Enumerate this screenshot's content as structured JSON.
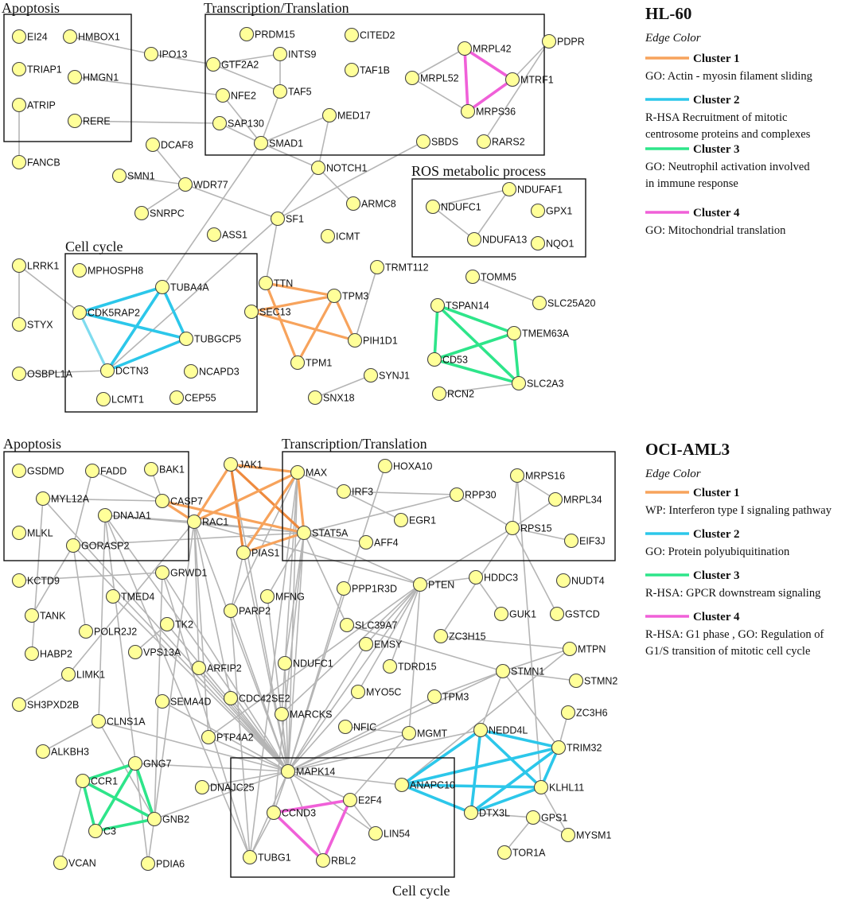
{
  "colors": {
    "node_fill": "#ffff99",
    "node_stroke": "#444444",
    "edge_default": "#b5b5b5",
    "cluster1": "#f7a35c",
    "cluster1_dark": "#ee8a3e",
    "cluster2": "#2cc7ea",
    "cluster2_light": "#7fdcef",
    "cluster3": "#2ee58a",
    "cluster4": "#f060d8"
  },
  "panels": [
    {
      "cell_line": "HL-60",
      "edge_color_label": "Edge Color",
      "legend": [
        {
          "name": "Cluster 1",
          "color": "cluster1",
          "lines": [
            "GO: Actin - myosin filament sliding"
          ]
        },
        {
          "name": "Cluster 2",
          "color": "cluster2",
          "lines": [
            "R-HSA Recruitment of mitotic",
            "centrosome proteins and complexes"
          ]
        },
        {
          "name": "Cluster 3",
          "color": "cluster3",
          "lines": [
            "GO: Neutrophil activation involved",
            "in immune response"
          ]
        },
        {
          "name": "Cluster 4",
          "color": "cluster4",
          "lines": [
            "GO: Mitochondrial translation"
          ]
        }
      ],
      "regions": [
        "Apoptosis",
        "Transcription/Translation",
        "ROS metabolic process",
        "Cell cycle"
      ],
      "nodes": [
        "EI24",
        "HMBOX1",
        "TRIAP1",
        "HMGN1",
        "ATRIP",
        "RERE",
        "FANCB",
        "IPO13",
        "PRDM15",
        "GTF2A2",
        "INTS9",
        "CITED2",
        "TAF1B",
        "MRPL42",
        "MRPL52",
        "MTRF1",
        "PDPR",
        "MRPS36",
        "NFE2",
        "TAF5",
        "SAP130",
        "MED17",
        "SMAD1",
        "RARS2",
        "SBDS",
        "DCAF8",
        "SMN1",
        "WDR77",
        "SNRPC",
        "SF1",
        "NOTCH1",
        "ARMC8",
        "ICMT",
        "ASS1",
        "NDUFAF1",
        "NDUFC1",
        "GPX1",
        "NDUFA13",
        "NQO1",
        "LRRK1",
        "MPHOSPH8",
        "TUBA4A",
        "CDK5RAP2",
        "STYX",
        "TUBGCP5",
        "DCTN3",
        "OSBPL1A",
        "NCAPD3",
        "LCMT1",
        "CEP55",
        "TTN",
        "SEC13",
        "TPM3",
        "TRMT112",
        "PIH1D1",
        "TPM1",
        "SYNJ1",
        "SNX18",
        "TOMM5",
        "SLC25A20",
        "TSPAN14",
        "TMEM63A",
        "CD53",
        "RCN2",
        "SLC2A3"
      ]
    },
    {
      "cell_line": "OCI-AML3",
      "edge_color_label": "Edge Color",
      "legend": [
        {
          "name": "Cluster 1",
          "color": "cluster1",
          "lines": [
            "WP: Interferon type I signaling pathway"
          ]
        },
        {
          "name": "Cluster 2",
          "color": "cluster2",
          "lines": [
            "GO: Protein polyubiquitination"
          ]
        },
        {
          "name": "Cluster 3",
          "color": "cluster3",
          "lines": [
            "R-HSA: GPCR downstream signaling"
          ]
        },
        {
          "name": "Cluster 4",
          "color": "cluster4",
          "lines": [
            "R-HSA: G1 phase , GO: Regulation of",
            "G1/S transition of mitotic cell cycle"
          ]
        }
      ],
      "regions": [
        "Apoptosis",
        "Transcription/Translation",
        "Cell cycle"
      ],
      "nodes": [
        "GSDMD",
        "FADD",
        "BAK1",
        "MYL12A",
        "CASP7",
        "DNAJA1",
        "MLKL",
        "GORASP2",
        "RAC1",
        "JAK1",
        "MAX",
        "HOXA10",
        "IRF3",
        "RPP30",
        "MRPS16",
        "MRPL34",
        "EGR1",
        "STAT5A",
        "RPS15",
        "EIF3J",
        "PIAS1",
        "AFF4",
        "KCTD9",
        "GRWD1",
        "HDDC3",
        "NUDT4",
        "TMED4",
        "MFNG",
        "PPP1R3D",
        "PTEN",
        "TANK",
        "PARP2",
        "GUK1",
        "GSTCD",
        "POLR2J2",
        "TK2",
        "SLC39A7",
        "ZC3H15",
        "HABP2",
        "VPS13A",
        "EMSY",
        "MTPN",
        "ARFIP2",
        "NDUFC1",
        "TDRD15",
        "LIMK1",
        "STMN1",
        "STMN2",
        "CDC42SE2",
        "MYO5C",
        "TPM3",
        "SH3PXD2B",
        "SEMA4D",
        "MARCKS",
        "CLNS1A",
        "NFIC",
        "ZC3H6",
        "MGMT",
        "NEDD4L",
        "PTP4A2",
        "TRIM32",
        "ALKBH3",
        "GNG7",
        "MAPK14",
        "DNAJC25",
        "ANAPC10",
        "KLHL11",
        "CCR1",
        "E2F4",
        "GNB2",
        "CCND3",
        "DTX3L",
        "GPS1",
        "C3",
        "LIN54",
        "MYSM1",
        "TUBG1",
        "RBL2",
        "TOR1A",
        "VCAN",
        "PDIA6"
      ]
    }
  ]
}
